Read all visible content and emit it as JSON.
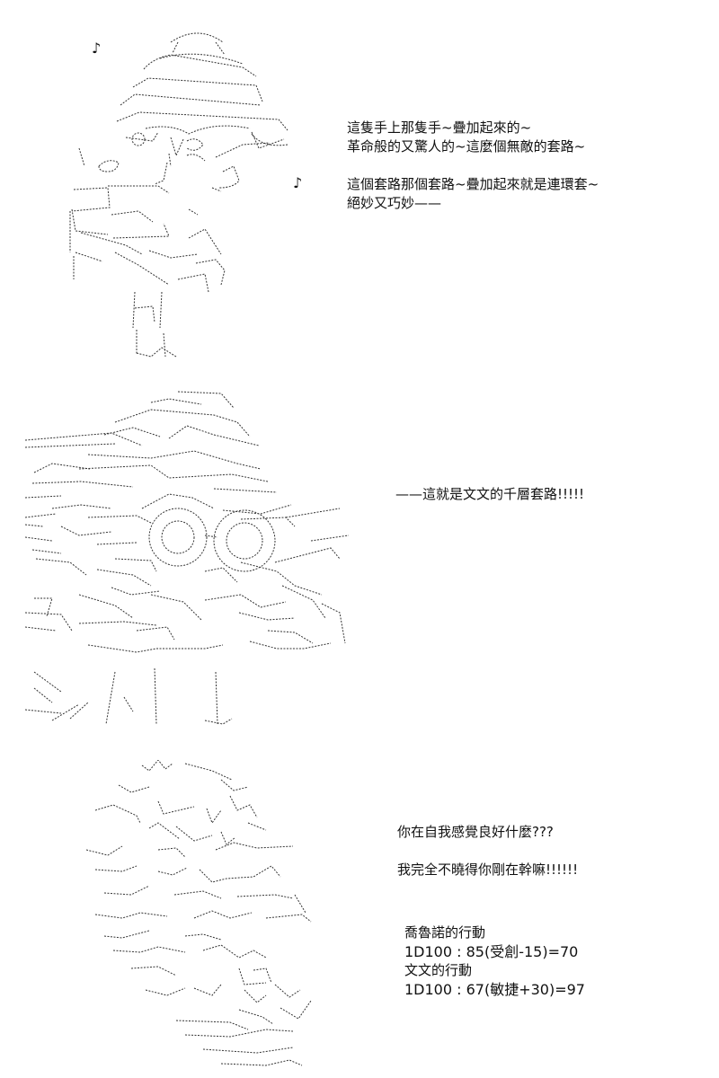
{
  "panel_1": {
    "dialogue": [
      "這隻手上那隻手~疊加起來的~",
      "革命般的又驚人的~這麼個無敵的套路~",
      "",
      "這個套路那個套路~疊加起來就是連環套~",
      "絕妙又巧妙——"
    ],
    "music_note_left": "♪",
    "music_note_right": "♪"
  },
  "panel_2": {
    "dialogue": [
      "——這就是文文的千層套路!!!!!"
    ]
  },
  "panel_3": {
    "dialogue": [
      "你在自我感覺良好什麼???",
      "",
      "我完全不曉得你剛在幹嘛!!!!!!"
    ],
    "dice": [
      "喬魯諾的行動",
      "1D100 : 85(受創-15)=70",
      "文文的行動",
      "1D100 : 67(敏捷+30)=97"
    ]
  }
}
